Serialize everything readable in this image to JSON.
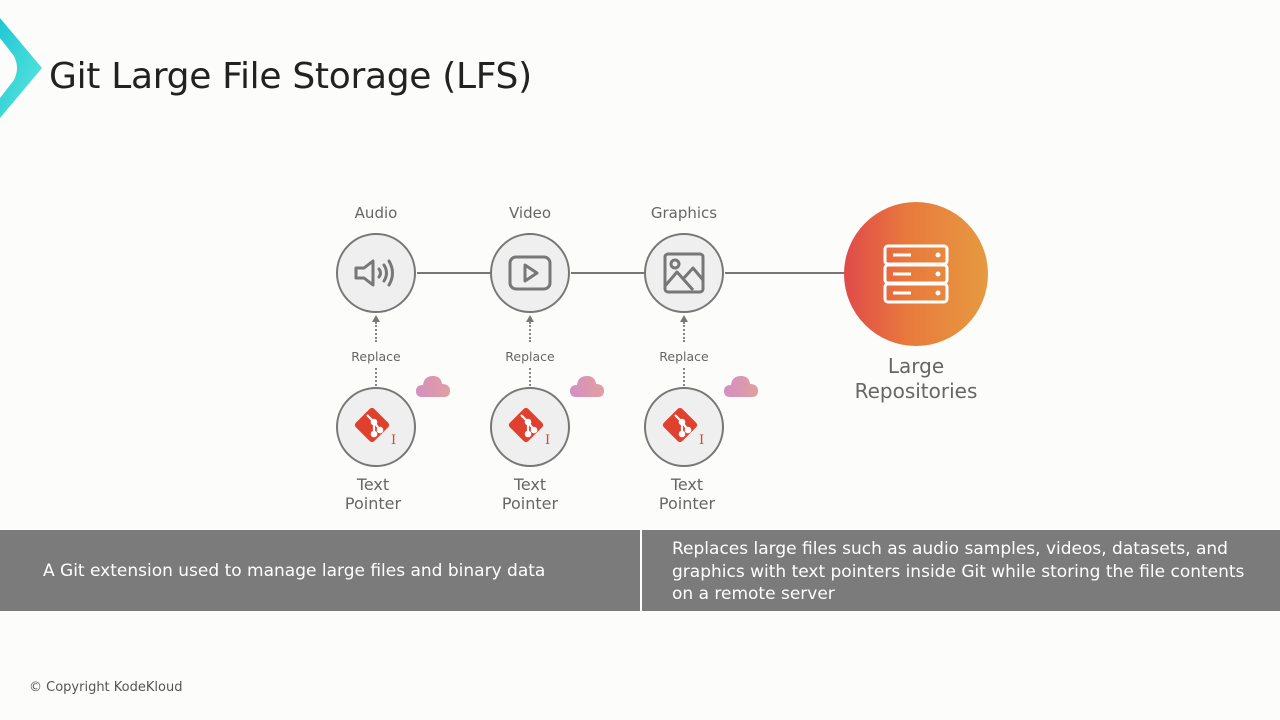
{
  "header": {
    "title": "Git Large File Storage (LFS)",
    "logo_icon": "chevron-logo-icon",
    "logo_colors": [
      "#1fc7d4",
      "#4fe3e0"
    ]
  },
  "diagram": {
    "file_types": [
      {
        "label": "Audio",
        "icon": "speaker-icon"
      },
      {
        "label": "Video",
        "icon": "play-video-icon"
      },
      {
        "label": "Graphics",
        "icon": "image-icon"
      }
    ],
    "replace_label": "Replace",
    "pointers": [
      {
        "label_line1": "Text",
        "label_line2": "Pointer",
        "icon": "git-logo-icon"
      },
      {
        "label_line1": "Text",
        "label_line2": "Pointer",
        "icon": "git-logo-icon"
      },
      {
        "label_line1": "Text",
        "label_line2": "Pointer",
        "icon": "git-logo-icon"
      }
    ],
    "cloud_icon": "cloud-icon",
    "repository": {
      "label_line1": "Large",
      "label_line2": "Repositories",
      "icon": "server-stack-icon",
      "gradient": [
        "#e04a4a",
        "#e69a40"
      ]
    },
    "colors": {
      "git_red": "#e0402e",
      "cloud_pink": "#d58fb8"
    }
  },
  "info_band": {
    "left_text": "A Git extension used to manage large files and binary data",
    "right_text": "Replaces large files such as audio samples, videos, datasets, and graphics with text pointers inside Git while storing the file contents on a remote server",
    "background": "#7a7b7a"
  },
  "footer": {
    "copyright": "© Copyright KodeKloud"
  }
}
